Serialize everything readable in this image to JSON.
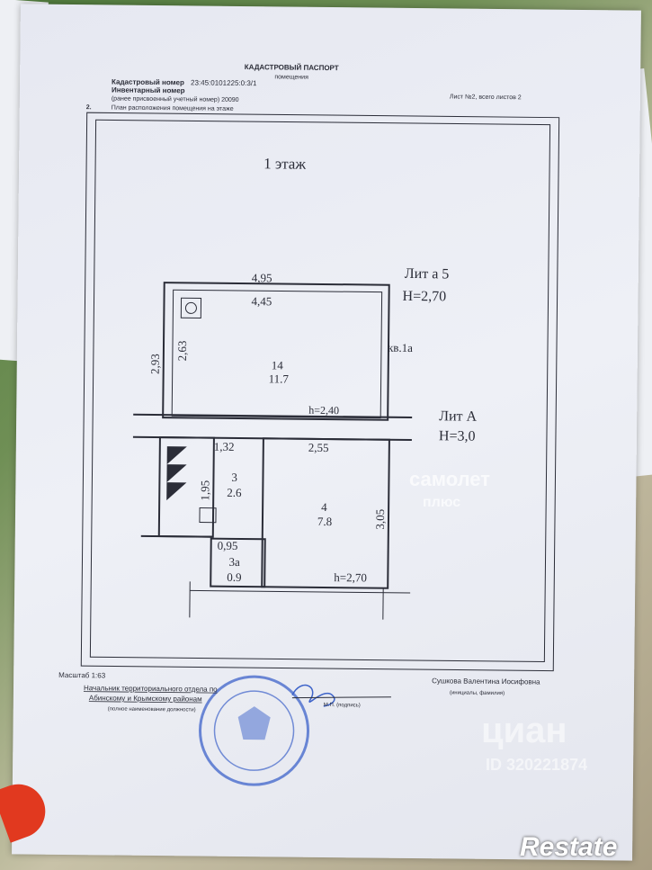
{
  "header": {
    "title": "КАДАСТРОВЫЙ ПАСПОРТ",
    "subtitle": "помещения",
    "cadastral_label": "Кадастровый номер",
    "cadastral_number": "23:45:0101225:0:3/1",
    "inventory_label": "Инвентарный номер",
    "prev_number": "(ранее присвоенный учетный номер) 20090",
    "sheet": "Лист №2, всего листов 2",
    "section_no": "2.",
    "section_title": "План расположения помещения на этаже"
  },
  "plan": {
    "floor": "1 этаж",
    "lit_a5": "Лит а 5",
    "h_a5": "H=2,70",
    "lit_A": "Лит А",
    "h_A": "H=3,0",
    "apt": "кв.1а",
    "dims": {
      "top_outer": "4,95",
      "top_inner": "4,45",
      "left_outer": "2,93",
      "left_inner": "2,63",
      "h_corridor": "h=2,40",
      "d132": "1,32",
      "d255": "2,55",
      "d195": "1,95",
      "d305": "3,05",
      "d095": "0,95",
      "h_room4": "h=2,70"
    },
    "rooms": [
      {
        "no": "14",
        "area": "11.7"
      },
      {
        "no": "3",
        "area": "2.6"
      },
      {
        "no": "4",
        "area": "7.8"
      },
      {
        "no": "3а",
        "area": "0.9"
      }
    ]
  },
  "footer": {
    "scale": "Масштаб 1:63",
    "position_line1": "Начальник территориального отдела по",
    "position_line2": "Абинскому и Крымскому районам",
    "position_caption": "(полное наименование должности)",
    "sign_caption": "М.П. (подпись)",
    "name": "Сушкова Валентина Иосифовна",
    "name_caption": "(инициалы, фамилия)"
  },
  "watermarks": {
    "samolet": "самолет",
    "plus": "плюс",
    "cian": "циан",
    "cian_id": "ID 320221874",
    "restate": "Restate"
  },
  "colors": {
    "ink": "#2b2d38",
    "stamp": "#3d63c9",
    "nail": "#e1391f"
  }
}
